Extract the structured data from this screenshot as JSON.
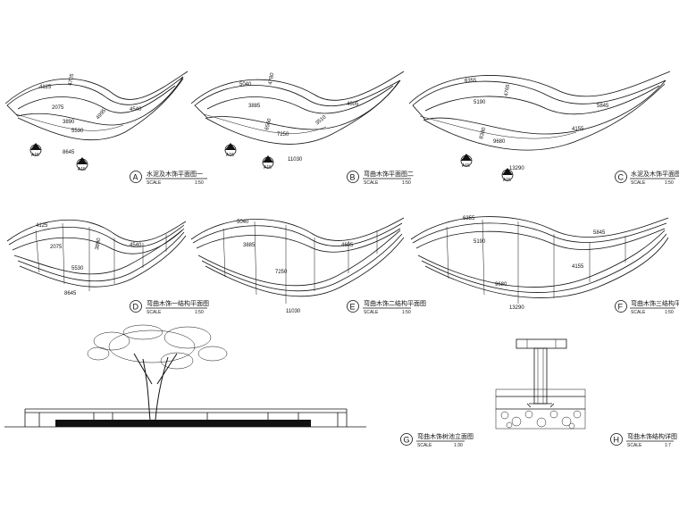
{
  "drawings": [
    {
      "letter": "A",
      "title": "水泥及木饰平面图一",
      "scale_label": "SCALE",
      "scale": "1:50",
      "dims": [
        "4125",
        "4705",
        "4540",
        "2075",
        "3890",
        "5530",
        "4995",
        "8645"
      ],
      "markers": [
        "A15",
        "A15"
      ]
    },
    {
      "letter": "B",
      "title": "弯曲木饰平面图二",
      "scale_label": "SCALE",
      "scale": "1:50",
      "dims": [
        "5040",
        "4780",
        "4605",
        "3885",
        "7250",
        "3510",
        "6560",
        "11030"
      ],
      "markers": [
        "A15",
        "A15"
      ]
    },
    {
      "letter": "C",
      "title": "水泥及木饰平面图三",
      "scale_label": "SCALE",
      "scale": "1:50",
      "dims": [
        "6355",
        "5845",
        "5190",
        "4765",
        "8380",
        "9680",
        "4155",
        "13290"
      ],
      "markers": [
        "A15",
        "A15"
      ]
    },
    {
      "letter": "D",
      "title": "弯曲木饰一结构平面图",
      "scale_label": "SCALE",
      "scale": "1:50",
      "dims": [
        "4125",
        "2075",
        "4540",
        "5530",
        "3890",
        "8645"
      ],
      "markers": []
    },
    {
      "letter": "E",
      "title": "弯曲木饰二结构平面图",
      "scale_label": "SCALE",
      "scale": "1:50",
      "dims": [
        "5040",
        "3885",
        "4605",
        "7250",
        "11030"
      ],
      "markers": []
    },
    {
      "letter": "F",
      "title": "弯曲木饰三结构平面图",
      "scale_label": "SCALE",
      "scale": "1:50",
      "dims": [
        "6355",
        "5190",
        "5845",
        "4155",
        "9680",
        "13290"
      ],
      "markers": []
    },
    {
      "letter": "G",
      "title": "弯曲木饰树池立面图",
      "scale_label": "SCALE",
      "scale": "1:30"
    },
    {
      "letter": "H",
      "title": "弯曲木饰结构详图",
      "scale_label": "SCALE",
      "scale": "1:7"
    }
  ],
  "colors": {
    "ink": "#111111",
    "background": "#ffffff"
  }
}
